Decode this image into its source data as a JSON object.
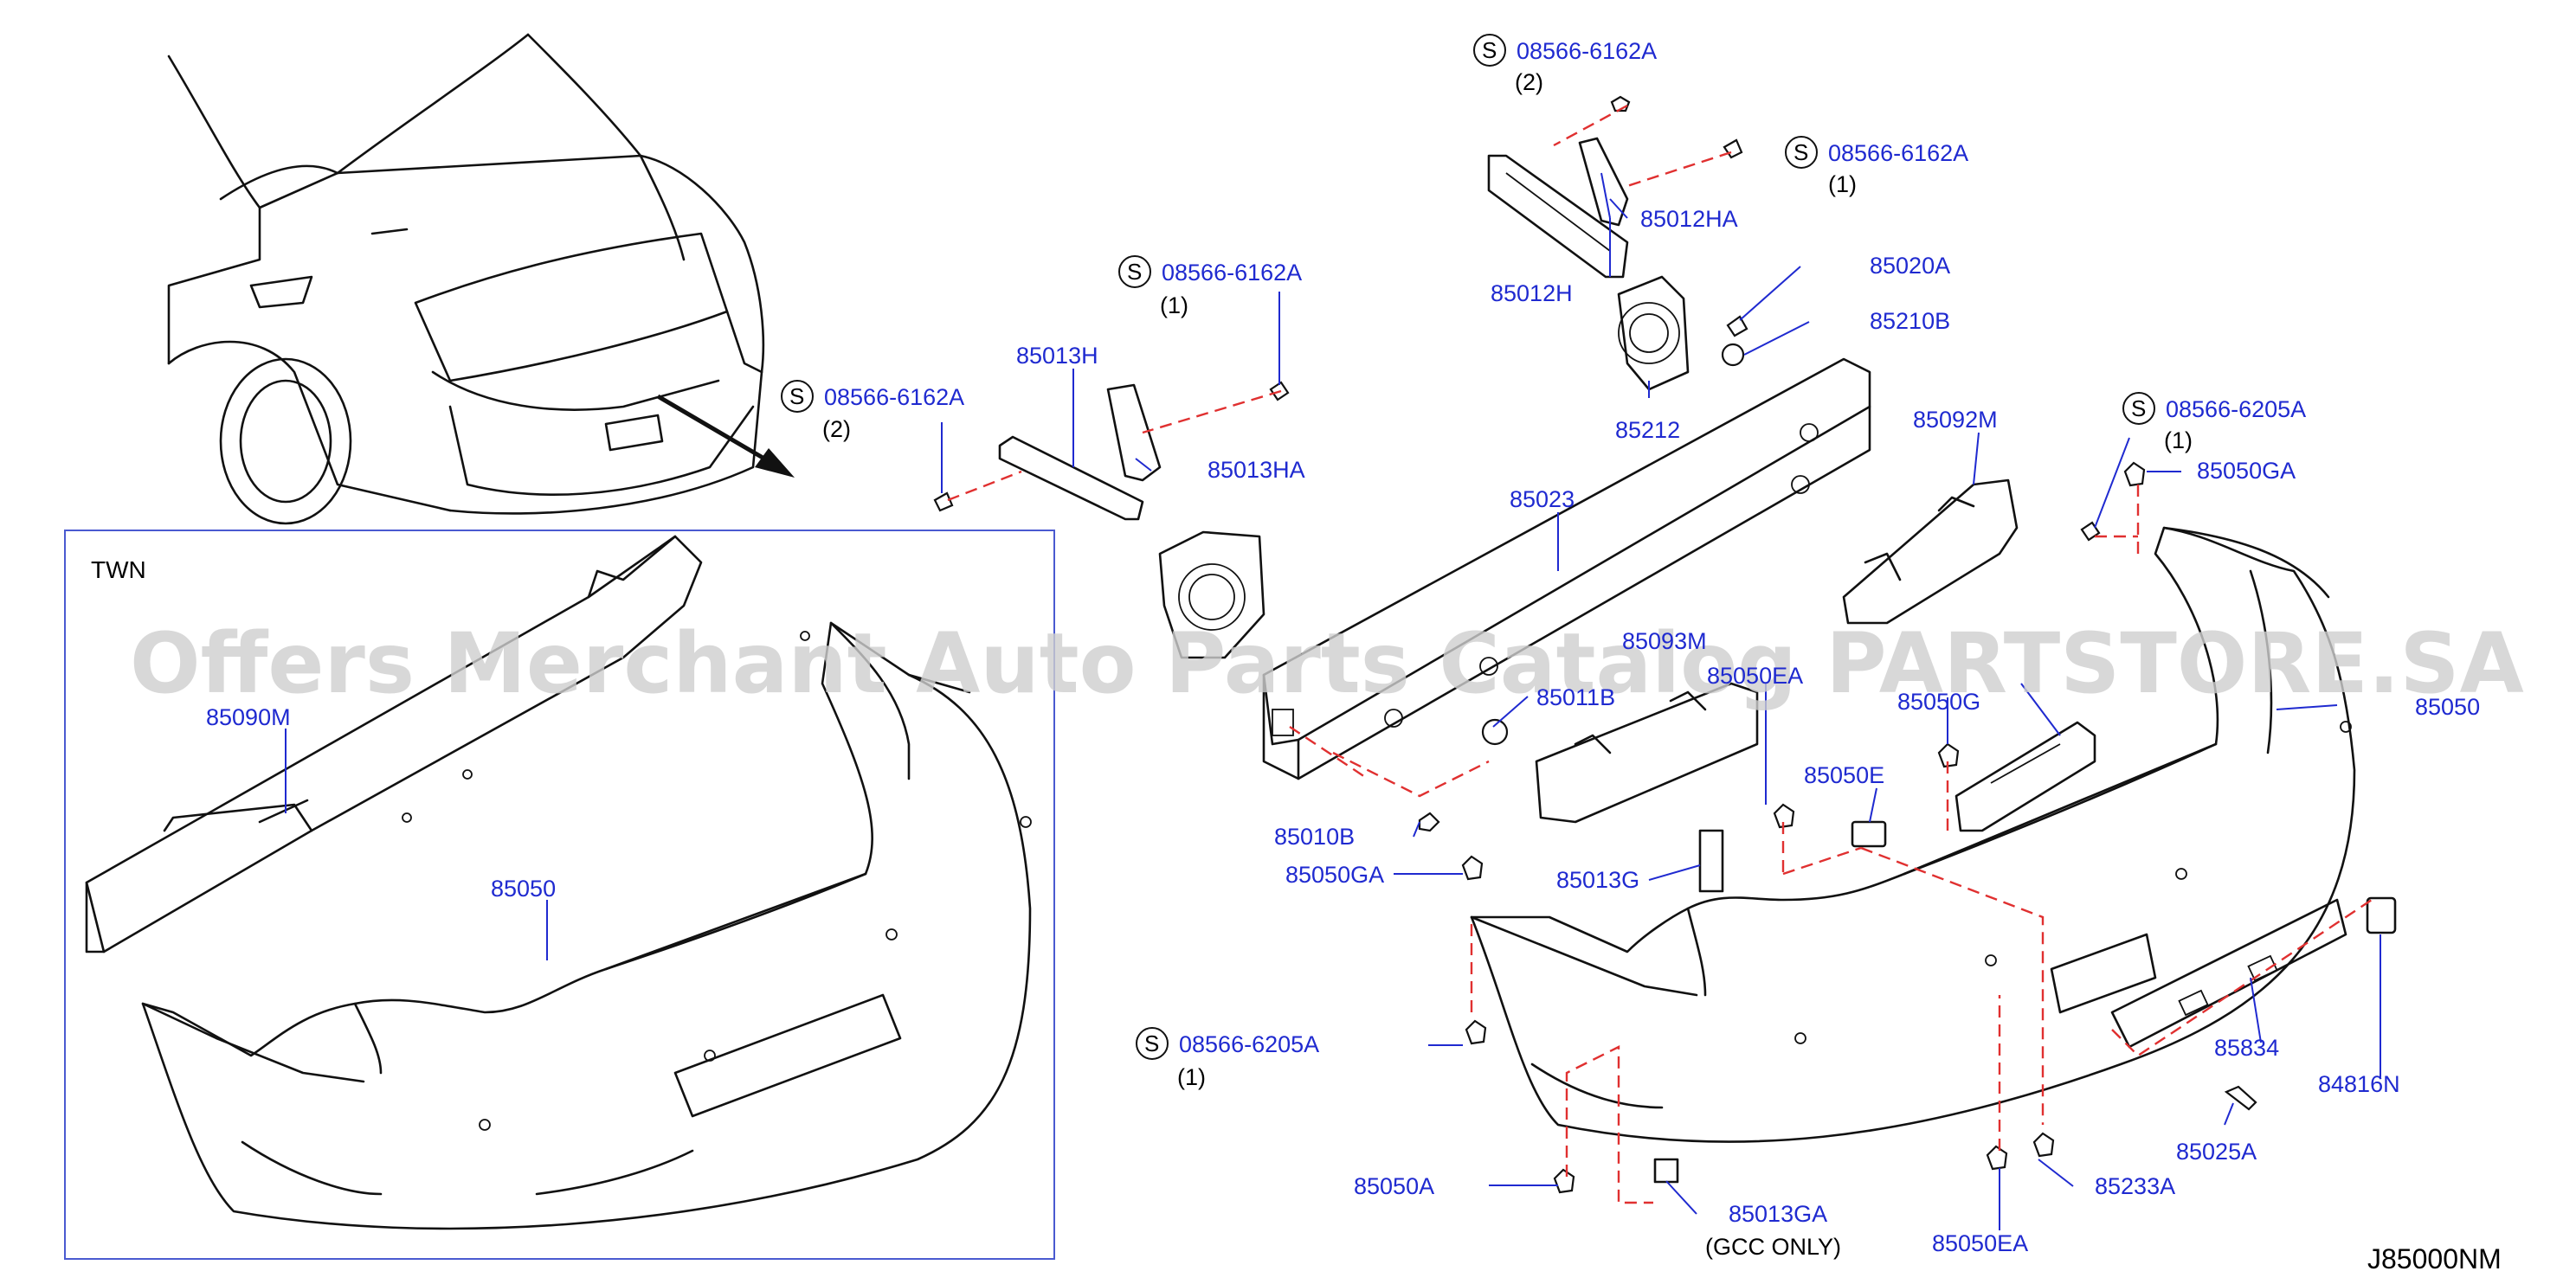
{
  "panel": {
    "label": "TWN"
  },
  "reference": "J85000NM",
  "watermark": "Offers Merchant Auto Parts Catalog PARTSTORE.SA",
  "callouts": [
    {
      "id": "s1",
      "text": "08566-6162A",
      "qty": "(2)",
      "screw": true
    },
    {
      "id": "s2",
      "text": "08566-6162A",
      "qty": "(1)",
      "screw": true
    },
    {
      "id": "s3",
      "text": "08566-6162A",
      "qty": "(1)",
      "screw": true
    },
    {
      "id": "s4",
      "text": "08566-6162A",
      "qty": "(2)",
      "screw": true
    },
    {
      "id": "s5",
      "text": "08566-6205A",
      "qty": "(1)",
      "screw": true
    },
    {
      "id": "s6",
      "text": "08566-6205A",
      "qty": "(1)",
      "screw": true
    },
    {
      "id": "p1",
      "text": "85012HA"
    },
    {
      "id": "p2",
      "text": "85012H"
    },
    {
      "id": "p3",
      "text": "85020A"
    },
    {
      "id": "p4",
      "text": "85210B"
    },
    {
      "id": "p5",
      "text": "85212"
    },
    {
      "id": "p6",
      "text": "85013H"
    },
    {
      "id": "p7",
      "text": "85013HA"
    },
    {
      "id": "p8",
      "text": "85023"
    },
    {
      "id": "p9",
      "text": "85092M"
    },
    {
      "id": "p10",
      "text": "85050GA"
    },
    {
      "id": "p11",
      "text": "85093M"
    },
    {
      "id": "p12",
      "text": "85050EA"
    },
    {
      "id": "p13",
      "text": "85011B"
    },
    {
      "id": "p14",
      "text": "85050G"
    },
    {
      "id": "p15",
      "text": "85050"
    },
    {
      "id": "p16",
      "text": "85050E"
    },
    {
      "id": "p17",
      "text": "85010B"
    },
    {
      "id": "p18",
      "text": "85050GA"
    },
    {
      "id": "p19",
      "text": "85013G"
    },
    {
      "id": "p20",
      "text": "85834"
    },
    {
      "id": "p21",
      "text": "84816N"
    },
    {
      "id": "p22",
      "text": "85025A"
    },
    {
      "id": "p23",
      "text": "85050A"
    },
    {
      "id": "p24",
      "text": "85013GA"
    },
    {
      "id": "p25",
      "text": "85233A"
    },
    {
      "id": "p26",
      "text": "85050EA"
    },
    {
      "id": "p27",
      "text": "85090M"
    },
    {
      "id": "p28",
      "text": "85050"
    }
  ],
  "notes": {
    "gcc_only": "(GCC   ONLY)"
  }
}
